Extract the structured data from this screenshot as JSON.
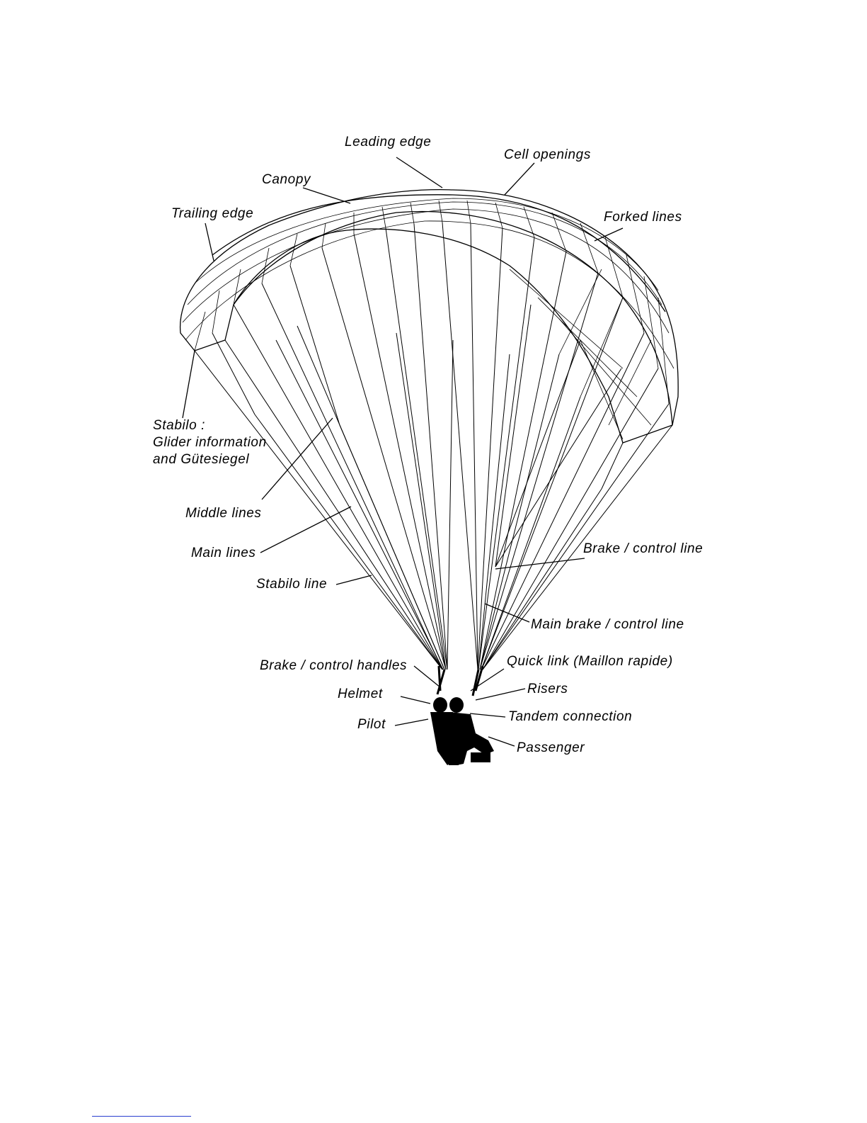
{
  "labels": {
    "leading_edge": "Leading  edge",
    "cell_openings": "Cell openings",
    "canopy": "Canopy",
    "trailing_edge": "Trailing edge",
    "forked_lines": "Forked lines",
    "stabilo_1": "Stabilo :",
    "stabilo_2": "Glider information",
    "stabilo_3": "and Gütesiegel",
    "middle_lines": "Middle lines",
    "main_lines": "Main lines",
    "stabilo_line": "Stabilo line",
    "brake_control_line": "Brake / control line",
    "main_brake_control_line": "Main brake / control line",
    "brake_control_handles": "Brake / control handles",
    "quick_link": "Quick link (Maillon rapide)",
    "risers": "Risers",
    "helmet": "Helmet",
    "tandem_connection": "Tandem  connection",
    "pilot": "Pilot",
    "passenger": "Passenger"
  }
}
